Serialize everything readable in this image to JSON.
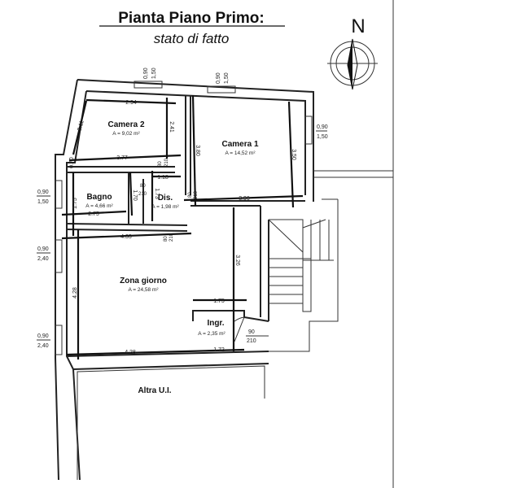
{
  "title": "Pianta Piano Primo:",
  "subtitle": "stato di fatto",
  "north_label": "N",
  "rooms": [
    {
      "name": "Camera 2",
      "area": "A = 9,02 m²"
    },
    {
      "name": "Camera 1",
      "area": "A = 14,52 m²"
    },
    {
      "name": "Bagno",
      "area": "A = 4,66 m²"
    },
    {
      "name": "Dis.",
      "area": "A = 1,98 m²"
    },
    {
      "name": "Zona giorno",
      "area": "A = 24,58 m²"
    },
    {
      "name": "Ingr.",
      "area": "A = 2,35 m²"
    },
    {
      "name": "Altra U.I.",
      "area": ""
    }
  ],
  "dimensions": [
    "2.94",
    "2.41",
    "2.11",
    "3.77",
    "0.70",
    "3.80",
    "3.50",
    "3.96",
    "1.18",
    "1.73",
    "1.70",
    "1.75",
    "2.75",
    "4.33",
    "4.28",
    "3.26",
    "1.75",
    "1.72",
    "4.28"
  ],
  "windows": [
    {
      "w": "0,90",
      "h": "1,50"
    },
    {
      "w": "0,90",
      "h": "1,50"
    },
    {
      "w": "0,90",
      "h": "1,50"
    },
    {
      "w": "0,90",
      "h": "1,50"
    },
    {
      "w": "0,90",
      "h": "2,40"
    },
    {
      "w": "0,90",
      "h": "2,40"
    }
  ],
  "doors": [
    {
      "w": "80",
      "h": "210"
    },
    {
      "w": "80",
      "h": "210"
    },
    {
      "w": "80",
      "h": "210"
    },
    {
      "w": "80",
      "h": "210"
    },
    {
      "w": "90",
      "h": "210"
    }
  ]
}
